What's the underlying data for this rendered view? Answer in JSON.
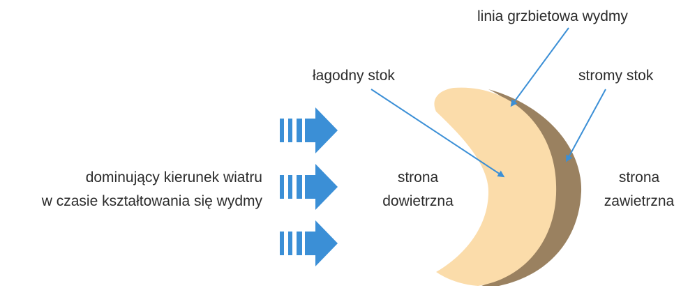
{
  "labels": {
    "ridge_line": "linia grzbietowa wydmy",
    "gentle_slope": "łagodny stok",
    "steep_slope": "stromy stok",
    "wind_direction_line1": "dominujący kierunek wiatru",
    "wind_direction_line2": "w czasie kształtowania się wydmy",
    "windward_line1": "strona",
    "windward_line2": "dowietrzna",
    "leeward_line1": "strona",
    "leeward_line2": "zawietrzna"
  },
  "colors": {
    "gentle_slope_fill": "#fbdcaa",
    "steep_slope_fill": "#9a8160",
    "wind_arrow": "#3b8fd6",
    "leader_line": "#3b8fd6",
    "text": "#2b2b2b"
  },
  "icons": {
    "wind_arrow": "wind-arrow-icon"
  }
}
